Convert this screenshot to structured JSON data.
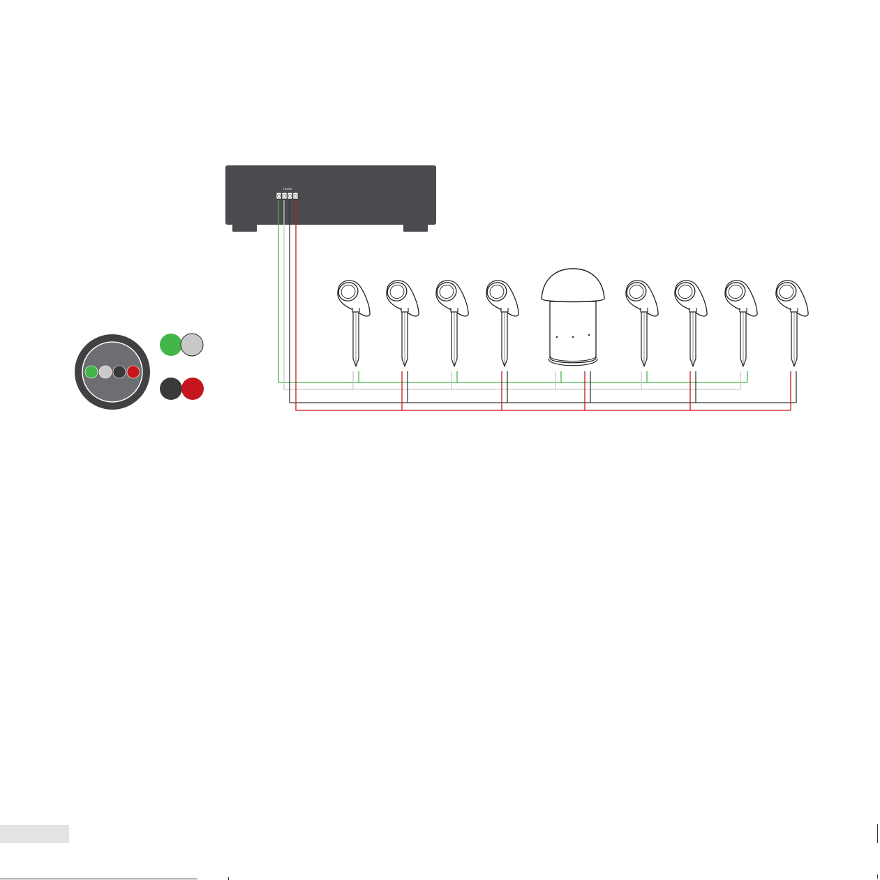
{
  "amplifier": {
    "terminal_label": "HOME",
    "terminal_count": 4
  },
  "colors": {
    "amp_body": "#4b4a4e",
    "green_wire": "#43b649",
    "white_wire": "#c9c9c9",
    "black_wire": "#3a3839",
    "red_wire": "#c6161d",
    "cable_jacket": "#414042",
    "cable_core": "#6d6e71"
  },
  "legend": {
    "cable_cross_section": [
      "green",
      "white",
      "black",
      "red"
    ],
    "pair_1": [
      "green",
      "white"
    ],
    "pair_2": [
      "black",
      "red"
    ]
  },
  "speakers": {
    "satellite_count": 8,
    "subwoofer_count": 1,
    "order": [
      "satellite",
      "satellite",
      "satellite",
      "satellite",
      "subwoofer",
      "satellite",
      "satellite",
      "satellite",
      "satellite"
    ]
  },
  "icons": {
    "amplifier": "amplifier-icon",
    "satellite": "landscape-speaker-icon",
    "subwoofer": "mushroom-subwoofer-icon",
    "cable": "cable-cross-section-icon"
  }
}
